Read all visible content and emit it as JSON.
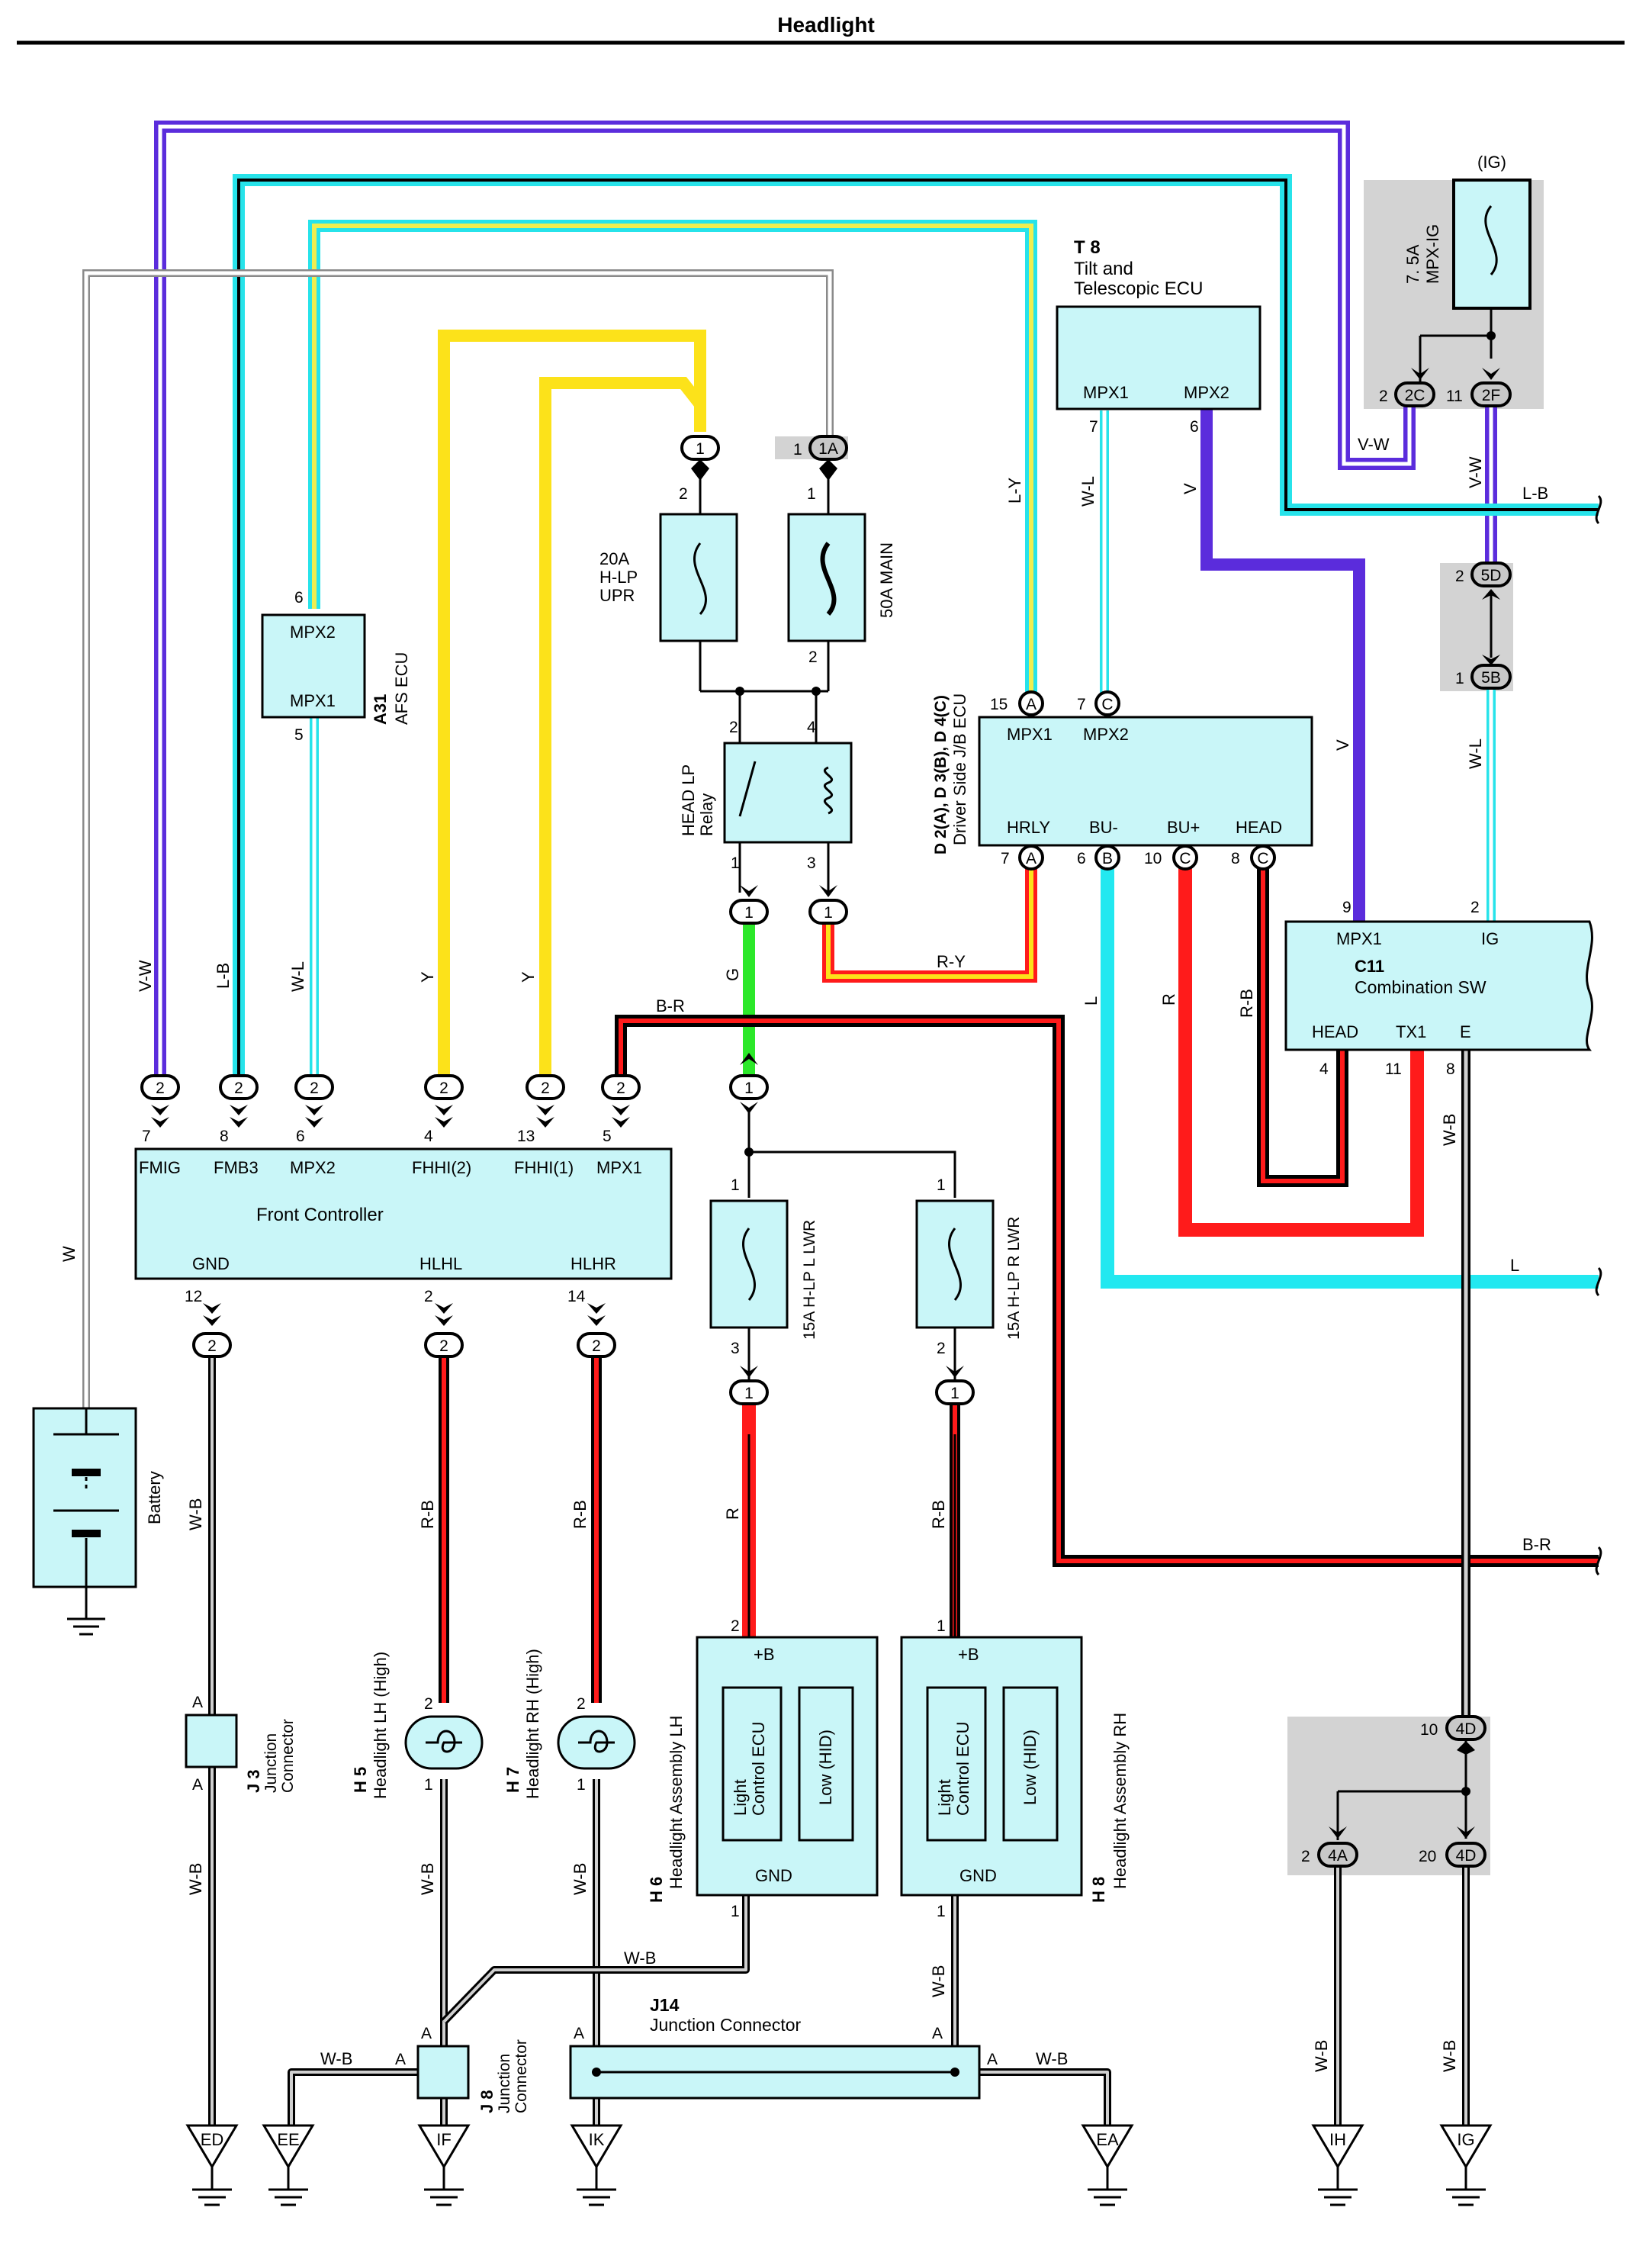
{
  "title": "Headlight",
  "components": {
    "ig_fuse": {
      "header": "(IG)",
      "name": "7. 5A",
      "sub": "MPX-IG"
    },
    "t8": {
      "id": "T 8",
      "name1": "Tilt and",
      "name2": "Telescopic ECU",
      "pin1": "MPX1",
      "pin2": "MPX2"
    },
    "fuse_20a": {
      "name1": "20A",
      "name2": "H-LP",
      "name3": "UPR"
    },
    "fuse_50a": {
      "name": "50A MAIN"
    },
    "a31": {
      "id": "A31",
      "name": "AFS ECU",
      "pin1": "MPX2",
      "pin2": "MPX1"
    },
    "relay": {
      "name1": "HEAD LP",
      "name2": "Relay"
    },
    "jb_ecu": {
      "id": "D 2(A), D 3(B), D 4(C)",
      "name": "Driver Side J/B ECU",
      "top_pins": [
        "MPX1",
        "MPX2"
      ],
      "bottom_pins": [
        "HRLY",
        "BU-",
        "BU+",
        "HEAD"
      ]
    },
    "c11": {
      "id": "C11",
      "name": "Combination SW",
      "top_pins": [
        "MPX1",
        "IG"
      ],
      "bottom_pins": [
        "HEAD",
        "TX1",
        "E"
      ]
    },
    "front_controller": {
      "name": "Front Controller",
      "top_pins": [
        "FMIG",
        "FMB3",
        "MPX2",
        "FHHI(2)",
        "FHHI(1)",
        "MPX1"
      ],
      "bottom_pins": [
        "GND",
        "HLHL",
        "HLHR"
      ]
    },
    "fuse_15a_l": {
      "name": "15A H-LP L LWR"
    },
    "fuse_15a_r": {
      "name": "15A H-LP R LWR"
    },
    "battery": {
      "name": "Battery"
    },
    "j3": {
      "id": "J 3",
      "name1": "Junction",
      "name2": "Connector"
    },
    "h5": {
      "id": "H 5",
      "name": "Headlight LH (High)"
    },
    "h7": {
      "id": "H 7",
      "name": "Headlight RH (High)"
    },
    "h6": {
      "id": "H 6",
      "name": "Headlight Assembly LH",
      "pin_b": "+B",
      "ecu1": "Light",
      "ecu2": "Control ECU",
      "low": "Low (HID)",
      "gnd": "GND"
    },
    "h8": {
      "id": "H 8",
      "name": "Headlight Assembly RH",
      "pin_b": "+B",
      "ecu1": "Light",
      "ecu2": "Control ECU",
      "low": "Low (HID)",
      "gnd": "GND"
    },
    "j8": {
      "id": "J 8",
      "name1": "Junction",
      "name2": "Connector"
    },
    "j14": {
      "id": "J14",
      "name": "Junction Connector"
    }
  },
  "grounds": [
    "ED",
    "EE",
    "IF",
    "IK",
    "EA",
    "IH",
    "IG"
  ],
  "wire_colors": {
    "V-W": "#5b2cdc",
    "L-B": "#27e3ea",
    "W-L": "#a8f2f6",
    "L-Y": "#f0ee50",
    "Y": "#fce21a",
    "G": "#2ce82a",
    "R": "#ff1b1b",
    "R-Y": "#ff1b1b",
    "B-R": "#cc1010",
    "L": "#22e8f0",
    "V": "#5b2cdc",
    "W-B": "#cfcfcf",
    "W": "#c8c8c8"
  },
  "wire_labels": [
    "V-W",
    "L-B",
    "W-L",
    "Y",
    "Y",
    "L-Y",
    "W-L",
    "V",
    "V",
    "G",
    "R-Y",
    "B-R",
    "L",
    "R",
    "R-B",
    "W-B",
    "R-B",
    "R-B",
    "R",
    "R-B",
    "B-R",
    "L",
    "L-B",
    "V-W",
    "V-W",
    "W-L",
    "W",
    "W-B",
    "W-B",
    "W-B",
    "W-B",
    "W-B",
    "W-B",
    "W-B",
    "W-B",
    "W-B",
    "W-B"
  ],
  "connectors": [
    "1",
    "1A",
    "2C",
    "2F",
    "5D",
    "5B",
    "A",
    "C",
    "A",
    "B",
    "C",
    "C",
    "1",
    "1",
    "1",
    "1",
    "2",
    "2",
    "2",
    "2",
    "2",
    "2",
    "2",
    "2",
    "2",
    "1",
    "1",
    "4D",
    "4A",
    "4D"
  ],
  "pin_numbers": [
    "1",
    "2",
    "1",
    "2",
    "2",
    "11",
    "7",
    "6",
    "6",
    "5",
    "15",
    "7",
    "7",
    "6",
    "10",
    "8",
    "2",
    "4",
    "1",
    "3",
    "9",
    "2",
    "4",
    "11",
    "8",
    "7",
    "8",
    "6",
    "4",
    "13",
    "5",
    "12",
    "2",
    "14",
    "1",
    "3",
    "1",
    "2",
    "2",
    "1",
    "2",
    "1",
    "2",
    "1",
    "1",
    "1",
    "A",
    "A",
    "A",
    "A",
    "A",
    "A",
    "A",
    "10",
    "2",
    "20"
  ]
}
